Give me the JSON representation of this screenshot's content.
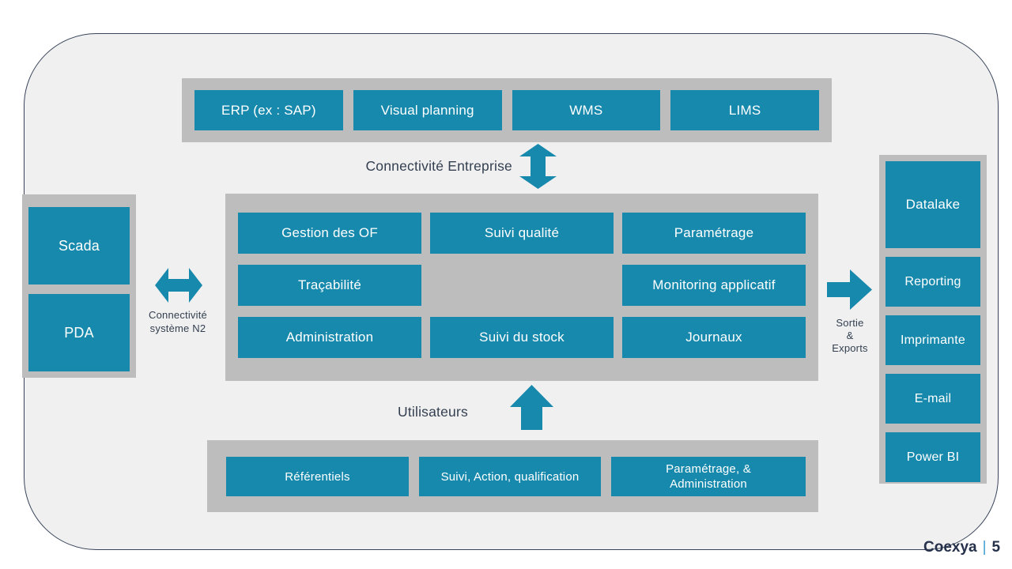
{
  "colors": {
    "box_teal": "#1789AD",
    "panel_gray": "#BDBDBD",
    "label_navy": "#333F50",
    "footer_navy": "#25304B",
    "footer_separator_blue": "#3E9FD4",
    "slide_border": "#39445A",
    "slide_background": "#F0F0F0",
    "box_text": "#FFFFFF"
  },
  "top_systems": {
    "items": [
      {
        "label": "ERP (ex : SAP)"
      },
      {
        "label": "Visual planning"
      },
      {
        "label": "WMS"
      },
      {
        "label": "LIMS"
      }
    ]
  },
  "connectors": {
    "enterprise": {
      "label": "Connectivité Entreprise"
    },
    "system_n2": {
      "label": "Connectivité\nsystème N2"
    },
    "exports": {
      "label": "Sortie\n&\nExports"
    },
    "users": {
      "label": "Utilisateurs"
    }
  },
  "mes_core": {
    "cells": [
      {
        "label": "Gestion des OF"
      },
      {
        "label": "Suivi qualité"
      },
      {
        "label": "Paramétrage"
      },
      {
        "label": "Traçabilité"
      },
      {
        "label": ""
      },
      {
        "label": "Monitoring applicatif"
      },
      {
        "label": "Administration"
      },
      {
        "label": "Suivi du stock"
      },
      {
        "label": "Journaux"
      }
    ]
  },
  "left_devices": {
    "items": [
      {
        "label": "Scada"
      },
      {
        "label": "PDA"
      }
    ]
  },
  "right_outputs": {
    "items": [
      {
        "label": "Datalake"
      },
      {
        "label": "Reporting"
      },
      {
        "label": "Imprimante"
      },
      {
        "label": "E-mail"
      },
      {
        "label": "Power BI"
      }
    ]
  },
  "bottom_users": {
    "items": [
      {
        "label": "Référentiels"
      },
      {
        "label": "Suivi, Action, qualification"
      },
      {
        "label": "Paramétrage, &\nAdministration"
      }
    ]
  },
  "footer": {
    "brand": "Coexya",
    "separator": "|",
    "page_number": "5"
  }
}
